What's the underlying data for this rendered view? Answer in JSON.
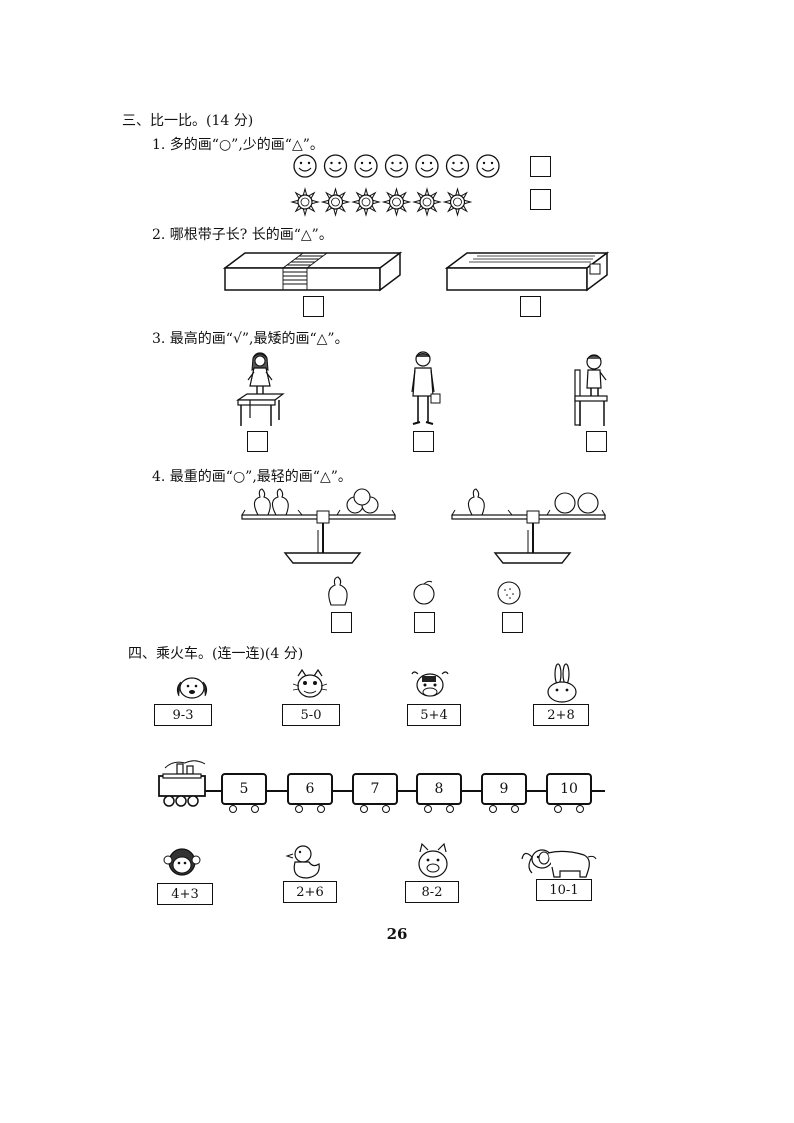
{
  "section3": {
    "heading": "三、比一比。(14 分)",
    "q1": "1. 多的画“○”,少的画“△”。",
    "q2": "2. 哪根带子长? 长的画“△”。",
    "q3": "3. 最高的画“√”,最矮的画“△”。",
    "q4": "4. 最重的画“○”,最轻的画“△”。"
  },
  "section4": {
    "heading": "四、乘火车。(连一连)(4 分)",
    "top_cards": [
      "9-3",
      "5-0",
      "5+4",
      "2+8"
    ],
    "train_cars": [
      "5",
      "6",
      "7",
      "8",
      "9",
      "10"
    ],
    "bottom_cards": [
      "4+3",
      "2+6",
      "8-2",
      "10-1"
    ]
  },
  "page_number": "26",
  "icons": {
    "smiley": "smiley-face-icon",
    "sun": "sun-icon",
    "pear": "pear-icon",
    "peach": "peach-icon",
    "orange": "orange-icon",
    "dog": "dog-icon",
    "cat": "cat-icon",
    "cow": "cow-icon",
    "rabbit": "rabbit-icon",
    "monkey": "monkey-icon",
    "duck": "duck-icon",
    "pig": "pig-icon",
    "elephant": "elephant-icon"
  }
}
